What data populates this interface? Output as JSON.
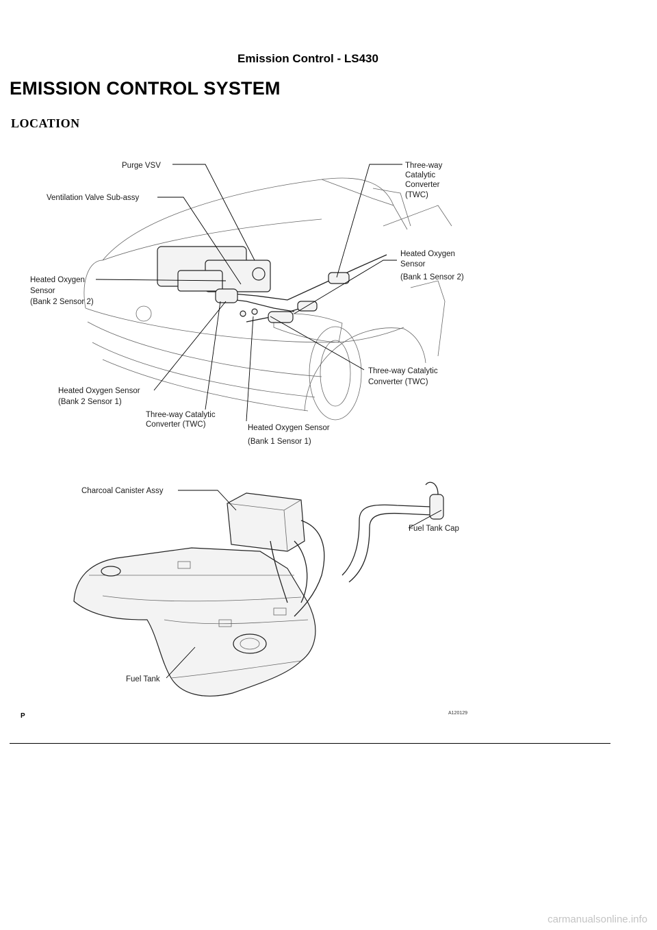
{
  "header": {
    "title": "Emission Control - LS430"
  },
  "section": {
    "title": "EMISSION CONTROL SYSTEM"
  },
  "subsection": {
    "title": "LOCATION"
  },
  "figure_top": {
    "labels": {
      "purge_vsv": "Purge VSV",
      "ventilation_valve": "Ventilation Valve Sub-assy",
      "twc_top_l1": "Three-way",
      "twc_top_l2": "Catalytic",
      "twc_top_l3": "Converter",
      "twc_top_l4": "(TWC)",
      "ho2_b1s2_l1": "Heated Oxygen",
      "ho2_b1s2_l2": "Sensor",
      "ho2_b1s2_l3": "(Bank 1 Sensor 2)",
      "ho2_b2s2_l1": "Heated Oxygen",
      "ho2_b2s2_l2": "Sensor",
      "ho2_b2s2_l3": "(Bank 2 Sensor 2)",
      "ho2_b2s1_l1": "Heated Oxygen Sensor",
      "ho2_b2s1_l2": "(Bank 2 Sensor 1)",
      "twc_mid_l1": "Three-way Catalytic",
      "twc_mid_l2": "Converter (TWC)",
      "twc_right_l1": "Three-way Catalytic",
      "twc_right_l2": "Converter (TWC)",
      "ho2_b1s1_l1": "Heated Oxygen Sensor",
      "ho2_b1s1_l2": "(Bank 1 Sensor 1)"
    }
  },
  "figure_bottom": {
    "labels": {
      "charcoal_canister": "Charcoal Canister Assy",
      "fuel_tank_cap": "Fuel Tank Cap",
      "fuel_tank": "Fuel Tank"
    },
    "marker": "P",
    "figure_id": "A120129"
  },
  "footer": {
    "watermark": "carmanualsonline.info"
  }
}
